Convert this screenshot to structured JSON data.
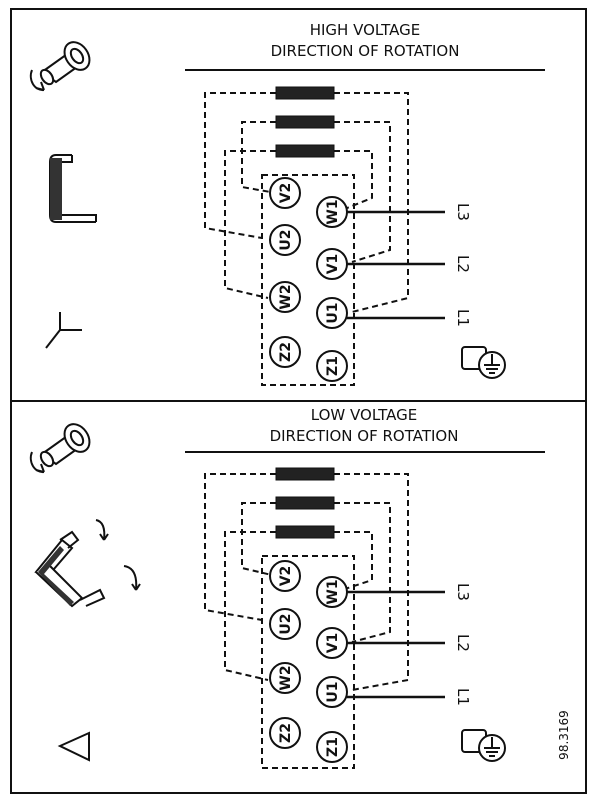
{
  "high_voltage": {
    "title": "HIGH VOLTAGE",
    "subtitle": "DIRECTION OF ROTATION",
    "terminals": {
      "v2": "V2",
      "w1": "W1",
      "u2": "U2",
      "v1": "V1",
      "w2": "W2",
      "u1": "U1",
      "z2": "Z2",
      "z1": "Z1"
    },
    "lines": {
      "l3": "L3",
      "l2": "L2",
      "l1": "L1"
    }
  },
  "low_voltage": {
    "title": "LOW VOLTAGE",
    "subtitle": "DIRECTION OF ROTATION",
    "terminals": {
      "v2": "V2",
      "w1": "W1",
      "u2": "U2",
      "v1": "V1",
      "w2": "W2",
      "u1": "U1",
      "z2": "Z2",
      "z1": "Z1"
    },
    "lines": {
      "l3": "L3",
      "l2": "L2",
      "l1": "L1"
    }
  },
  "reference": "98.3169",
  "icons": {
    "rotation": "motor-shaft-rotation-icon",
    "wye": "wye-connection-icon",
    "delta": "delta-connection-icon",
    "ground": "ground-terminal-icon"
  }
}
